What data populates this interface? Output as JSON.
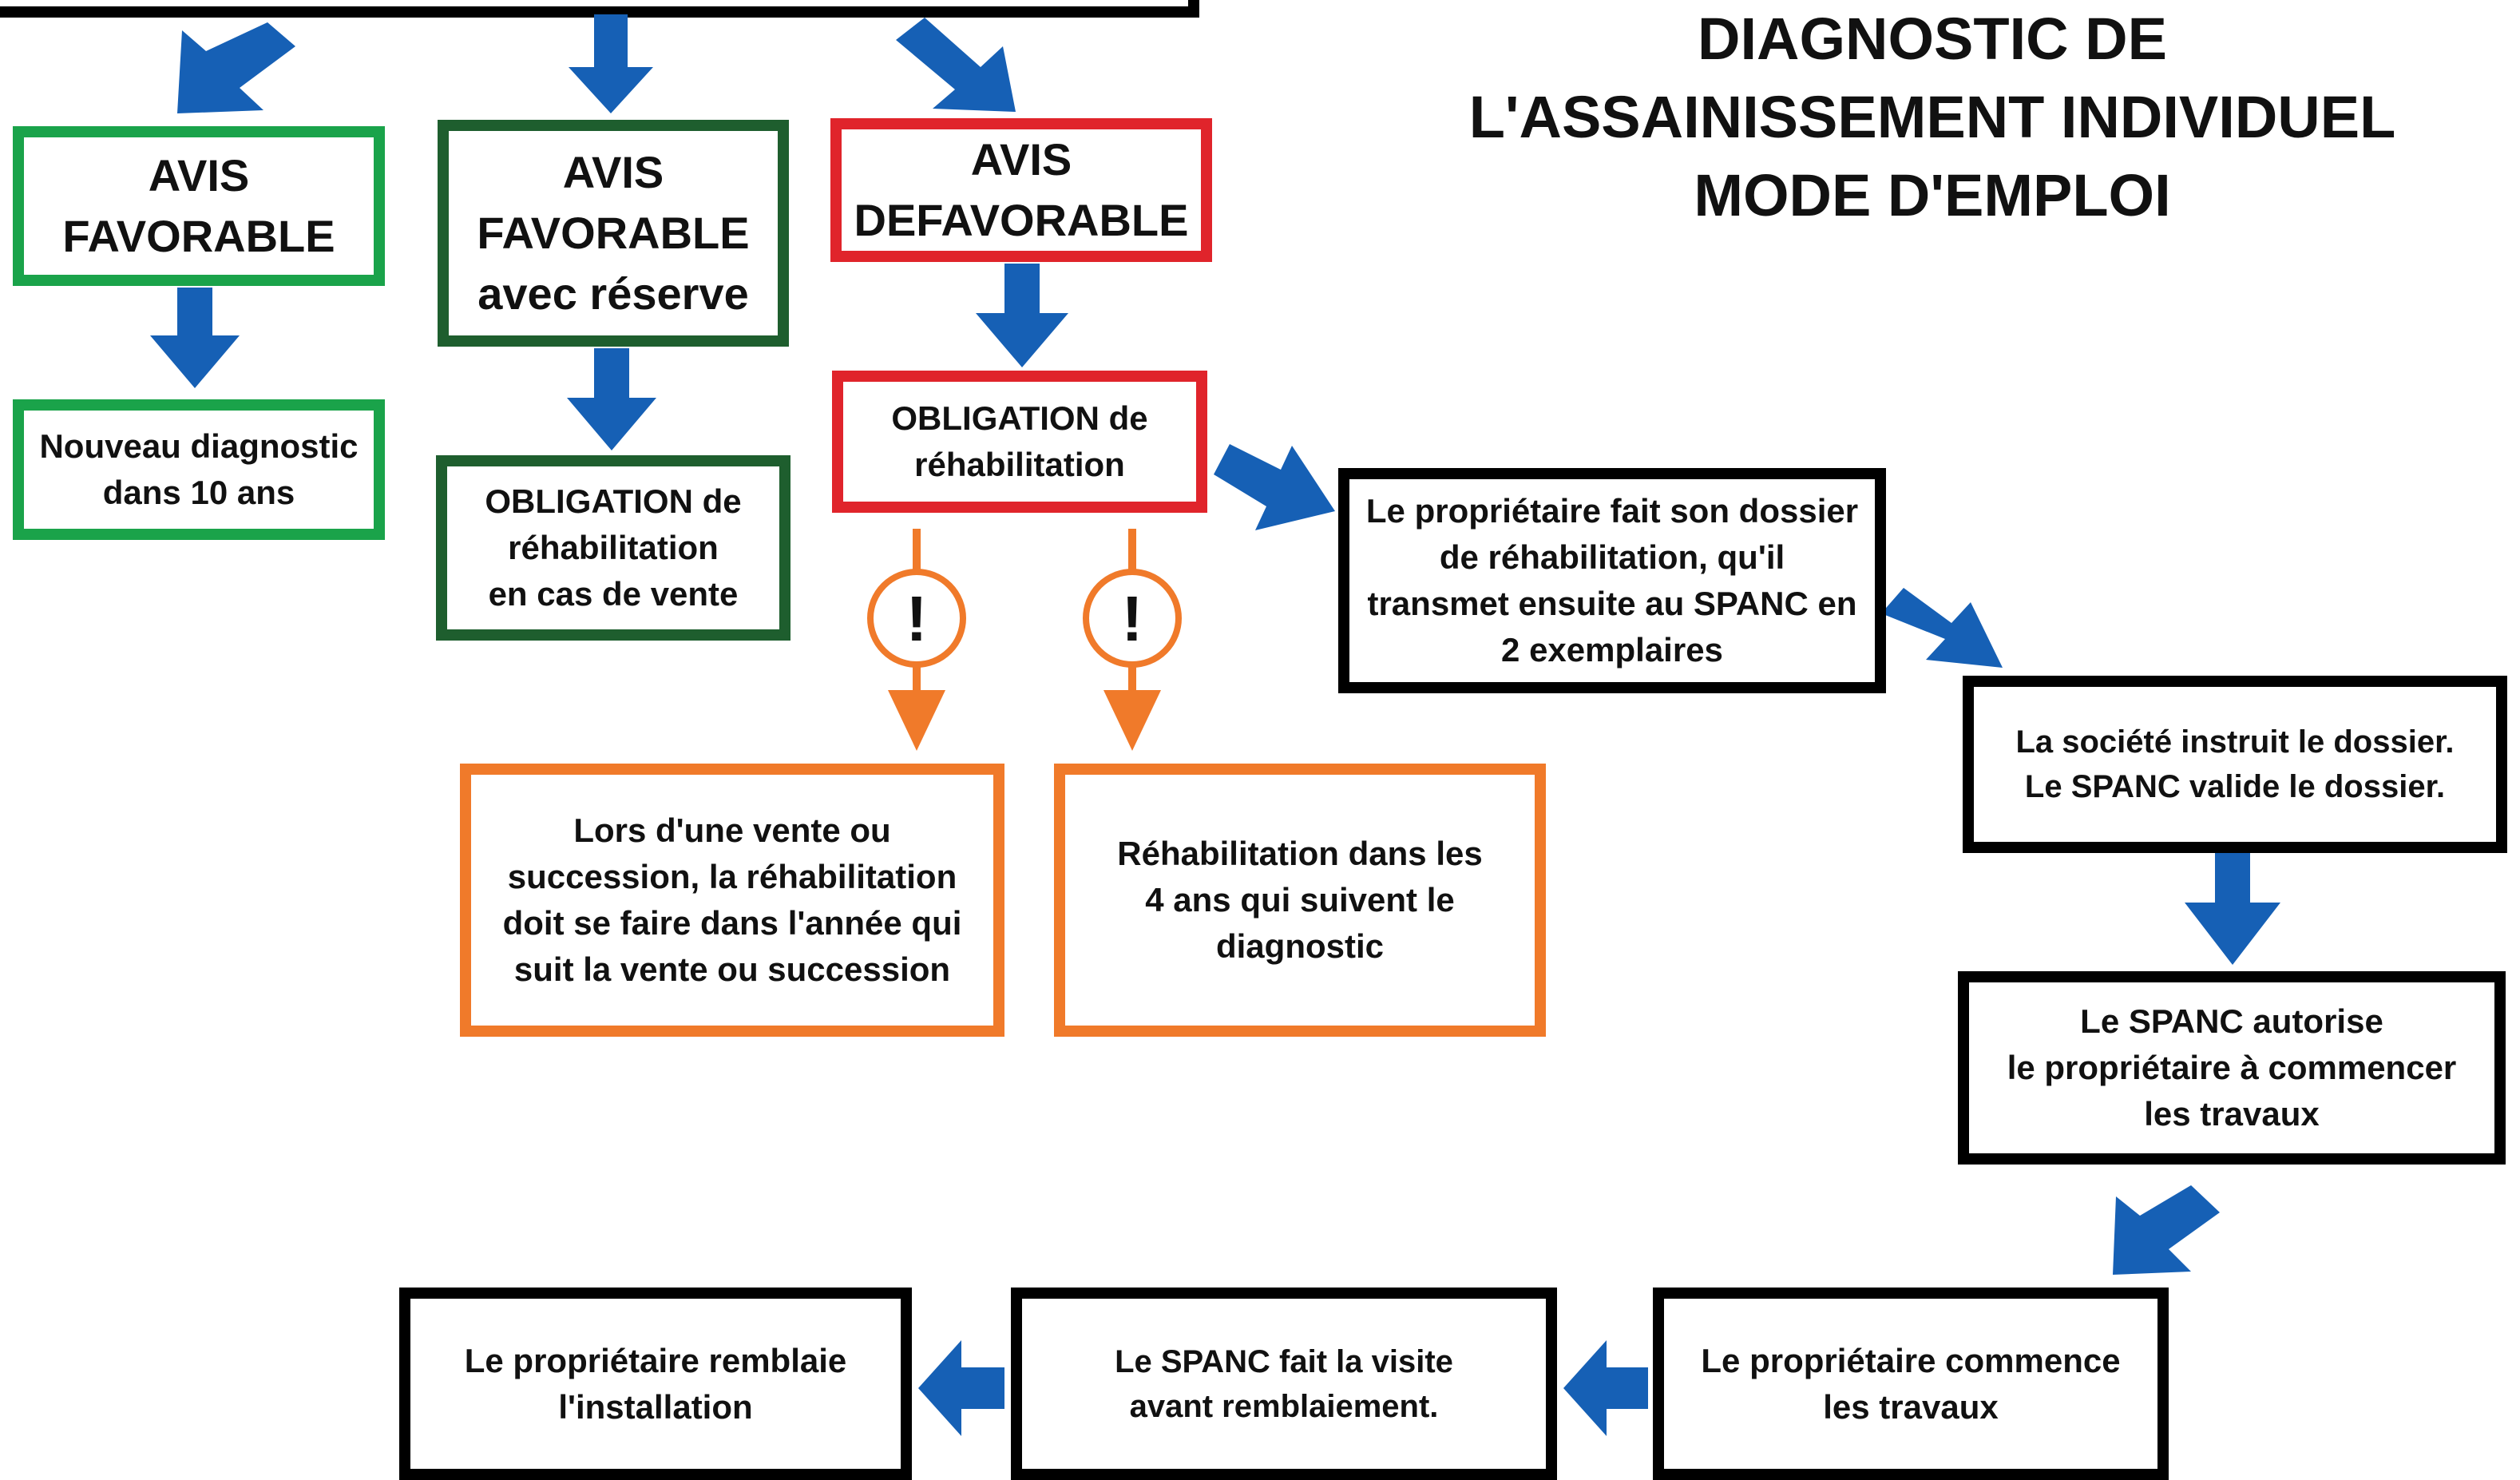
{
  "title": "DIAGNOSTIC DE\nL'ASSAINISSEMENT INDIVIDUEL\nMODE D'EMPLOI",
  "colors": {
    "arrow_blue": "#1660b5",
    "green_light": "#1aa34a",
    "green_dark": "#1e5e2e",
    "red": "#e0242b",
    "orange": "#f07a2a",
    "black": "#000000"
  },
  "nodes": {
    "avis_favorable": "AVIS\nFAVORABLE",
    "avis_favorable_reserve": "AVIS\nFAVORABLE\navec réserve",
    "avis_defavorable": "AVIS\nDEFAVORABLE",
    "nouveau_diagnostic": "Nouveau diagnostic\ndans 10 ans",
    "obligation_vente": "OBLIGATION de\nréhabilitation\nen cas de vente",
    "obligation_rehab": "OBLIGATION de\nréhabilitation",
    "lors_vente": "Lors d'une vente ou\nsuccession, la réhabilitation\ndoit se faire dans l'année qui\nsuit la vente ou succession",
    "rehab_4_ans": "Réhabilitation dans les\n4 ans qui suivent le\ndiagnostic",
    "dossier": "Le propriétaire fait son dossier\nde réhabilitation,  qu'il\ntransmet ensuite au SPANC en\n2 exemplaires",
    "societe": "La société instruit le dossier.\nLe SPANC valide le dossier.",
    "autorise": "Le SPANC autorise\nle propriétaire à commencer\nles travaux",
    "commence": "Le propriétaire commence\nles travaux",
    "visite": "Le SPANC fait la visite\navant remblaiement.",
    "remblaie": "Le propriétaire remblaie\nl'installation"
  },
  "warning_symbol": "!",
  "icons": [
    "arrow-down-icon",
    "arrow-diagonal-icon",
    "arrow-left-icon",
    "warning-icon"
  ]
}
